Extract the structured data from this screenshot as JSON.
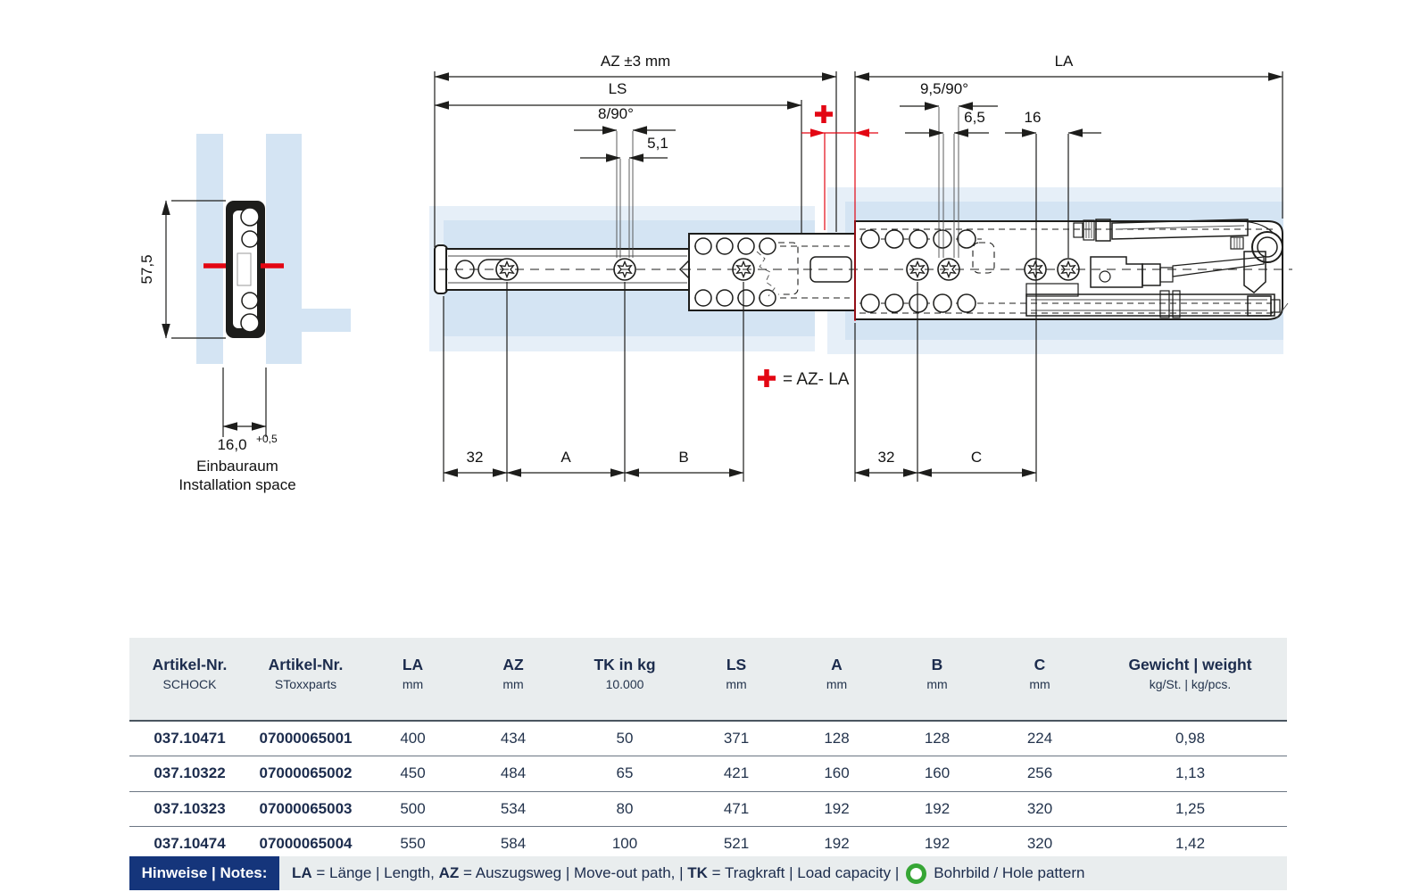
{
  "diagram": {
    "cross_section": {
      "dim_height": "57,5",
      "dim_width": "16,0",
      "dim_width_tolerance": "+0,5",
      "caption_de": "Einbauraum",
      "caption_en": "Installation space"
    },
    "dims": {
      "az": "AZ ±3 mm",
      "ls": "LS",
      "la": "LA",
      "hole_front_pitch": "8/90°",
      "hole_front_width": "5,1",
      "hole_rear_pitch": "9,5/90°",
      "hole_rear_width": "6,5",
      "hole_rear_spacing": "16",
      "front_offset": "32",
      "a": "A",
      "b": "B",
      "rear_offset": "32",
      "c": "C",
      "legend_text": "= AZ- LA"
    },
    "colors": {
      "red": "#e30613",
      "panel_blue": "#d4e4f3",
      "line": "#1d1d1b"
    }
  },
  "table": {
    "headers": [
      {
        "label": "Artikel-Nr.",
        "unit": "SCHOCK"
      },
      {
        "label": "Artikel-Nr.",
        "unit": "SToxxparts"
      },
      {
        "label": "LA",
        "unit": "mm"
      },
      {
        "label": "AZ",
        "unit": "mm"
      },
      {
        "label": "TK in kg",
        "unit": "10.000"
      },
      {
        "label": "LS",
        "unit": "mm"
      },
      {
        "label": "A",
        "unit": "mm"
      },
      {
        "label": "B",
        "unit": "mm"
      },
      {
        "label": "C",
        "unit": "mm"
      },
      {
        "label": "Gewicht | weight",
        "unit": "kg/St. | kg/pcs."
      }
    ],
    "rows": [
      [
        "037.10471",
        "07000065001",
        "400",
        "434",
        "50",
        "371",
        "128",
        "128",
        "224",
        "0,98"
      ],
      [
        "037.10322",
        "07000065002",
        "450",
        "484",
        "65",
        "421",
        "160",
        "160",
        "256",
        "1,13"
      ],
      [
        "037.10323",
        "07000065003",
        "500",
        "534",
        "80",
        "471",
        "192",
        "192",
        "320",
        "1,25"
      ],
      [
        "037.10474",
        "07000065004",
        "550",
        "584",
        "100",
        "521",
        "192",
        "192",
        "320",
        "1,42"
      ]
    ]
  },
  "notes": {
    "title": "Hinweise | Notes:",
    "segments": [
      {
        "bold": "LA",
        "text": " = Länge | Length, "
      },
      {
        "bold": "AZ",
        "text": " = Auszugsweg | Move-out path, | "
      },
      {
        "bold": "TK",
        "text": " = Tragkraft | Load capacity | "
      }
    ],
    "hole_pattern_label": "Bohrbild / Hole pattern",
    "icon_color": "#36a635"
  }
}
